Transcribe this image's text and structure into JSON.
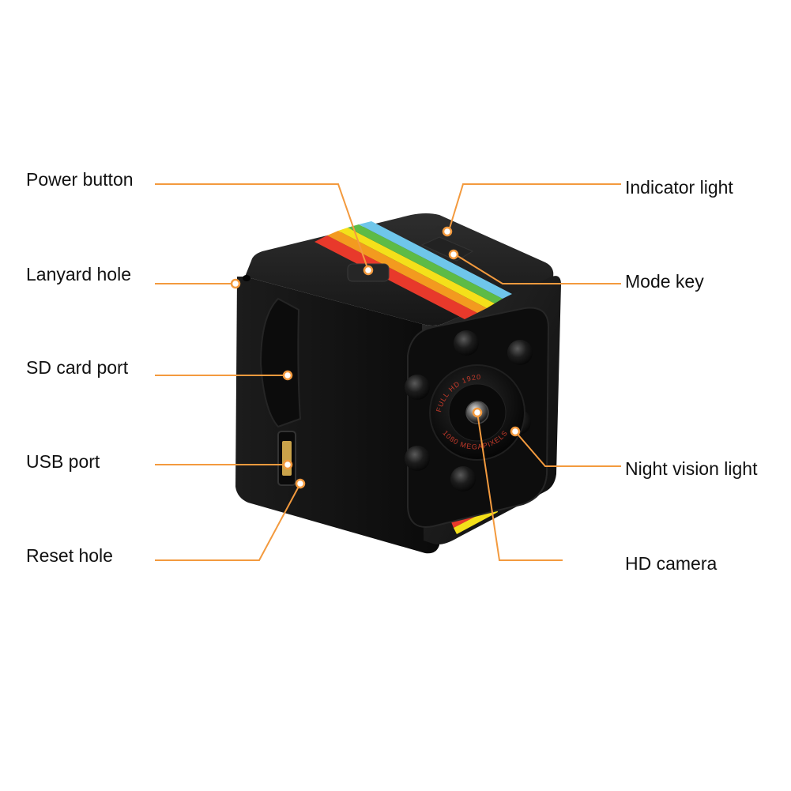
{
  "labels": {
    "power_button": "Power button",
    "lanyard_hole": "Lanyard hole",
    "sd_card_port": "SD card port",
    "usb_port": "USB port",
    "reset_hole": "Reset hole",
    "indicator_light": "Indicator light",
    "mode_key": "Mode key",
    "night_vision_light": "Night vision light",
    "hd_camera": "HD camera"
  },
  "lens_text": {
    "ring_top": "FULL HD 1920",
    "ring_bottom": "1080 MEGAPIXELS"
  },
  "colors": {
    "leader": "#F39A3E",
    "body": "#141414",
    "stripe": [
      "#E8392B",
      "#F39A1F",
      "#F4E01A",
      "#5DBB46",
      "#6FC6EA"
    ]
  }
}
